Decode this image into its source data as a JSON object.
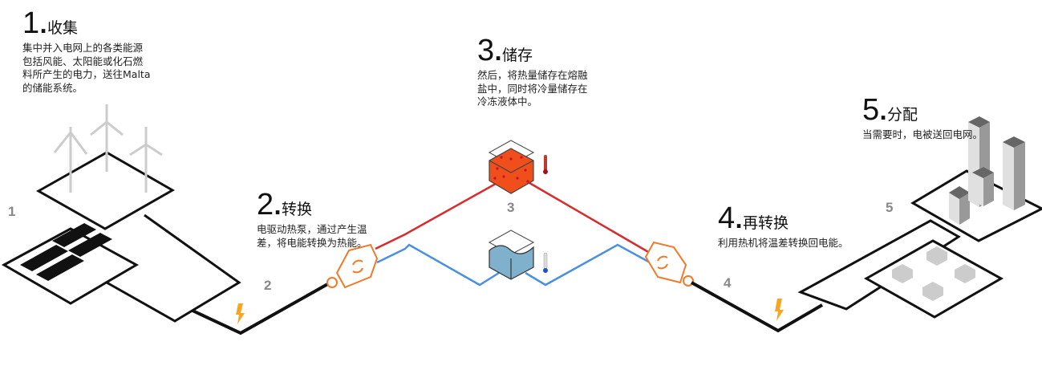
{
  "steps": [
    {
      "number": "1",
      "name": "收集",
      "description": "集中并入电网上的各类能源包括风能、太阳能或化石燃料所产生的电力，送往Malta 的储能系统。"
    },
    {
      "number": "2",
      "name": "转换",
      "description": "电驱动热泵，通过产生温差，将电能转换为热能。"
    },
    {
      "number": "3",
      "name": "储存",
      "description": "然后，将热量储存在熔融盐中，同时将冷量储存在冷冻液体中。"
    },
    {
      "number": "4",
      "name": "再转换",
      "description": "利用热机将温差转换回电能。"
    },
    {
      "number": "5",
      "name": "分配",
      "description": "当需要时，电被送回电网。"
    }
  ],
  "labels": [
    "1",
    "2",
    "3",
    "4",
    "5"
  ],
  "colors": {
    "hot": "#d92b2b",
    "cold": "#4a90e2",
    "machine": "#f07a2a",
    "lightning": "#f5a623",
    "wire": "#111111",
    "label": "#888888"
  }
}
